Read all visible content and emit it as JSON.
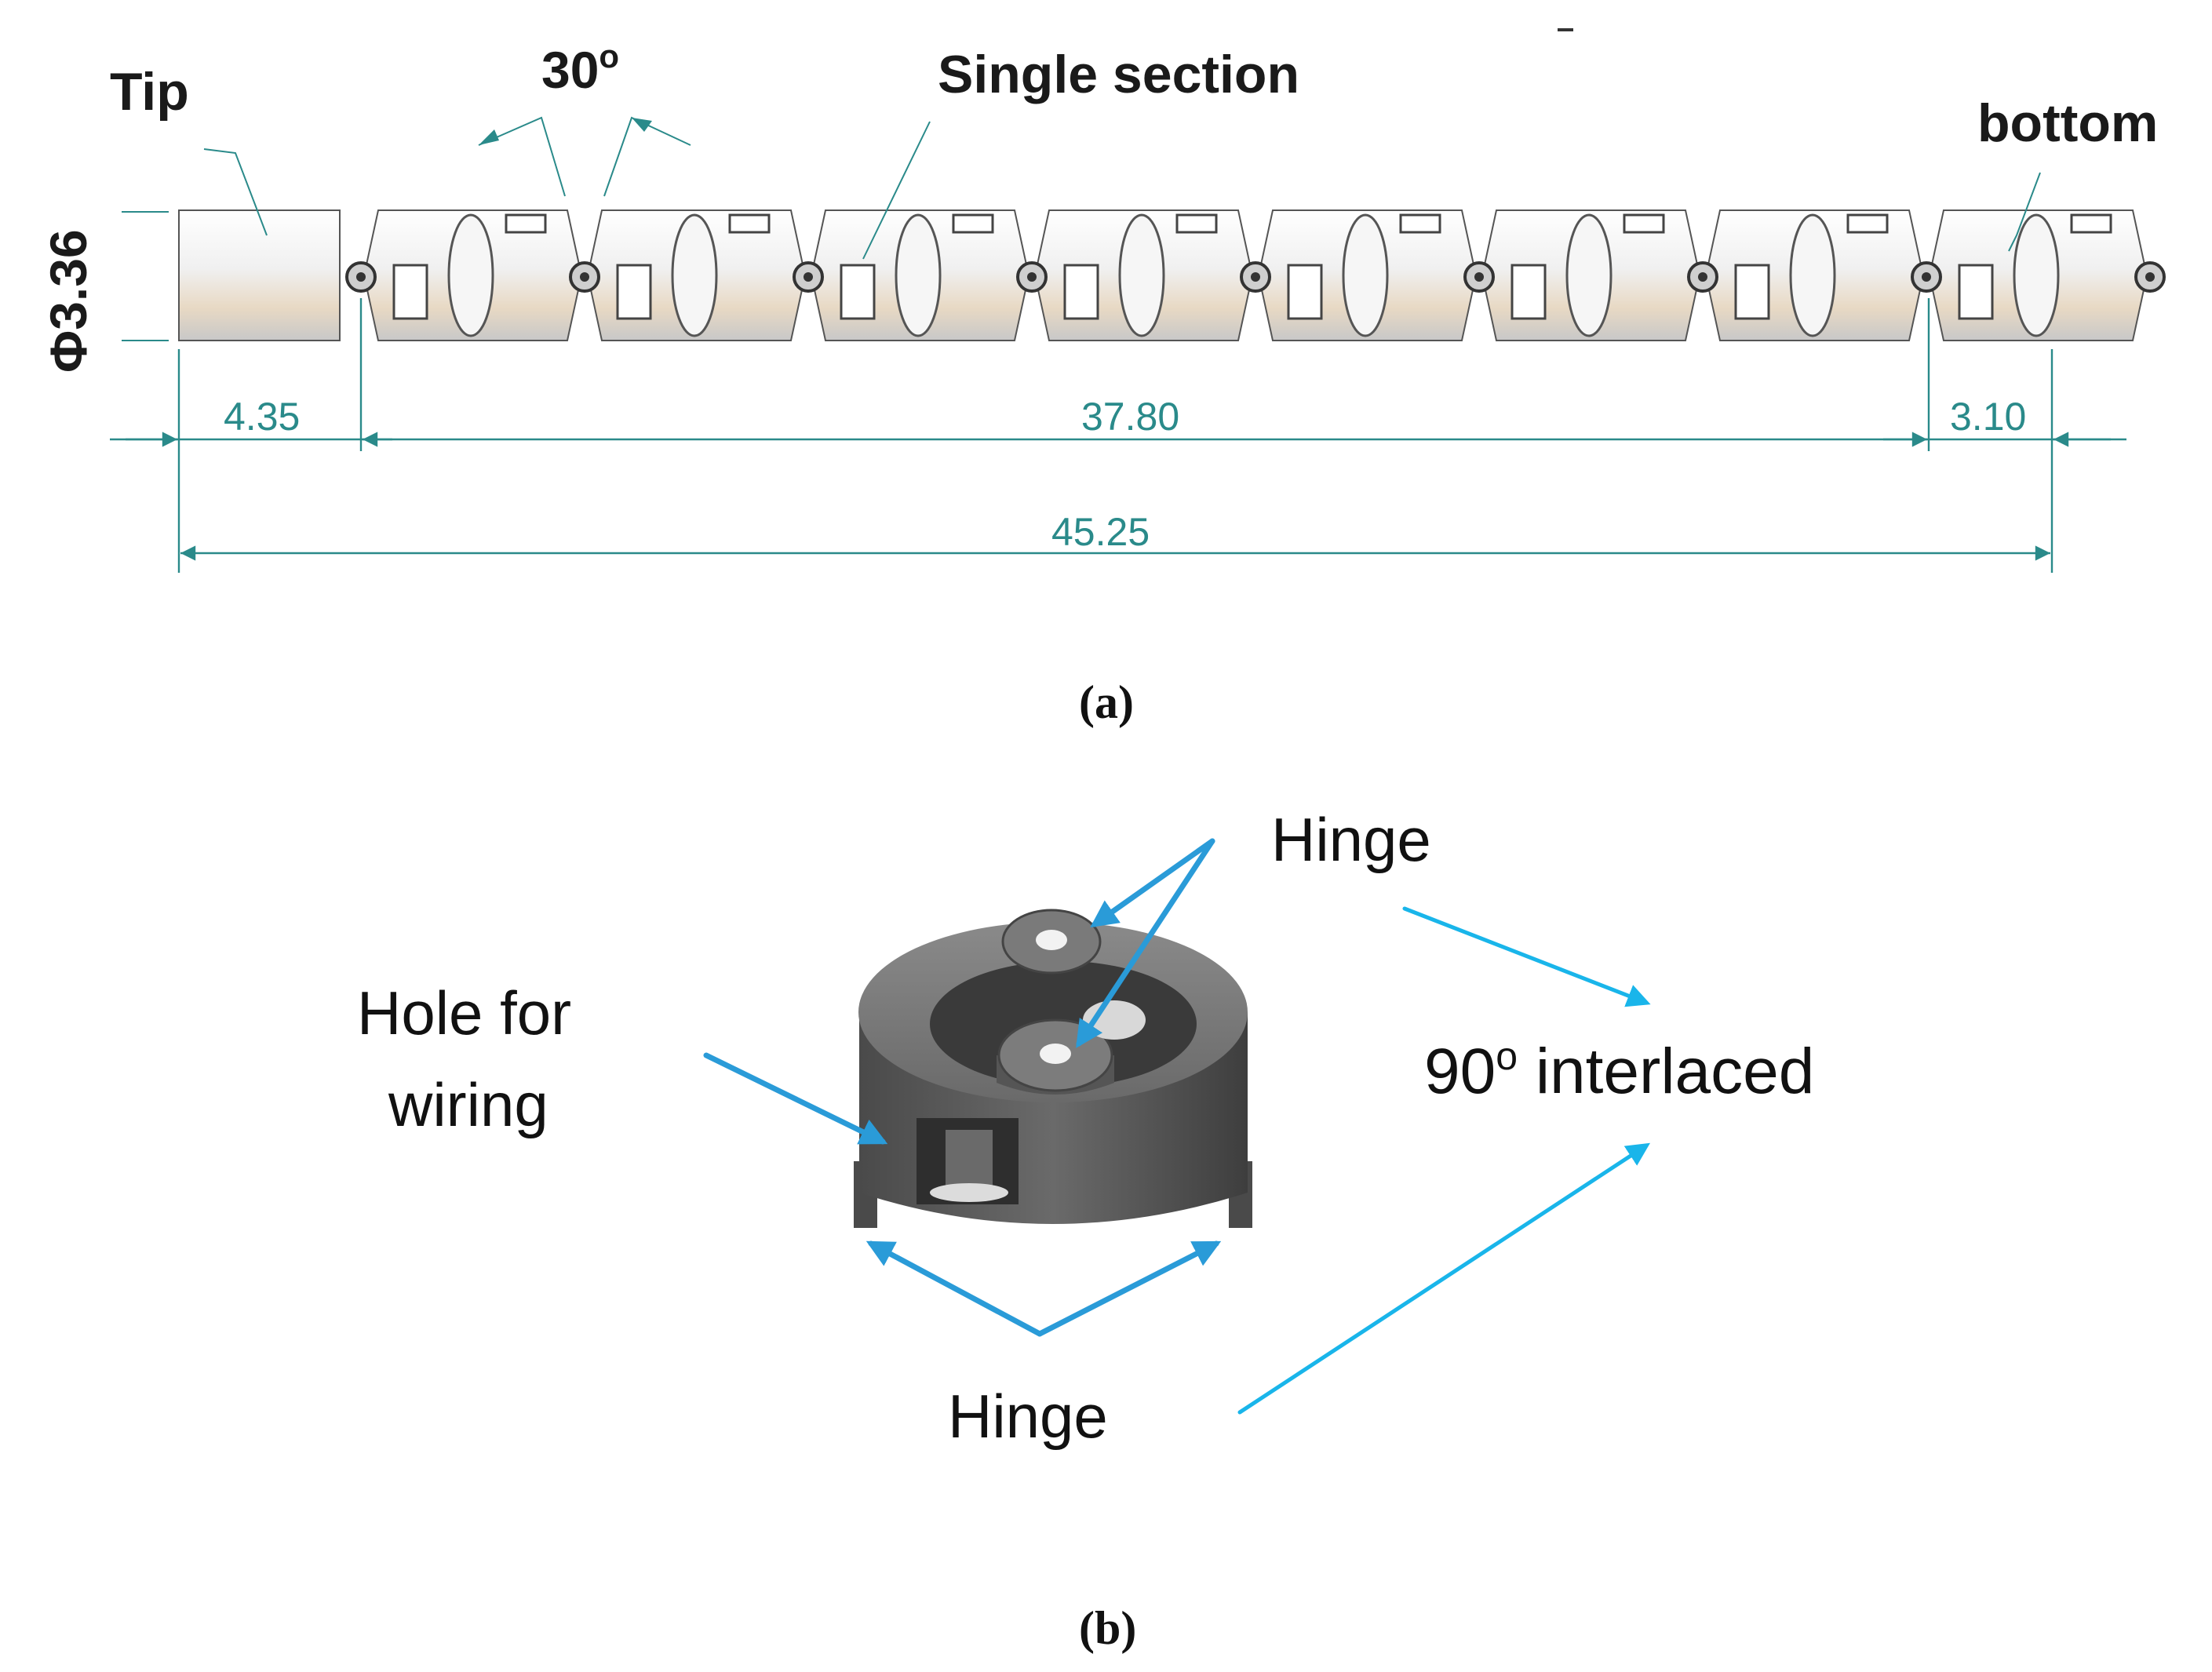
{
  "panel_a": {
    "labels": {
      "tip": "Tip",
      "angle_value": "30",
      "angle_unit": "o",
      "single_section": "Single section",
      "bottom": "bottom",
      "diameter": "Φ3.36"
    },
    "dimensions": {
      "tip_length": "4.35",
      "middle_length": "37.80",
      "bottom_length": "3.10",
      "total_length": "45.25"
    },
    "caption": "(a)"
  },
  "panel_b": {
    "labels": {
      "hinge_top": "Hinge",
      "hole_line1": "Hole for",
      "hole_line2": "wiring",
      "interlaced_value": "90",
      "interlaced_sup": "o",
      "interlaced_text": " interlaced",
      "hinge_bottom": "Hinge"
    },
    "caption": "(b)"
  },
  "colors": {
    "dimension": "#2a8a8a",
    "arrow_blue": "#2a9bd8",
    "arrow_cyan": "#19b5ea",
    "part_dark": "#5a5a5a",
    "tube_light": "#efefef"
  }
}
